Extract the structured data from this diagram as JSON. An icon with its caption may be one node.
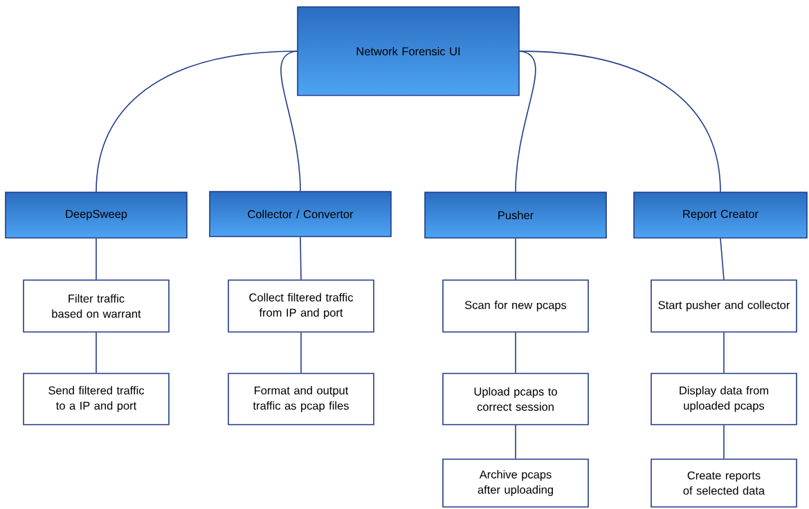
{
  "diagram": {
    "nodes": [
      {
        "text": [
          "Network Forensic UI"
        ]
      },
      {
        "text": [
          "DeepSweep"
        ]
      },
      {
        "text": [
          "Collector / Convertor"
        ]
      },
      {
        "text": [
          "Pusher"
        ]
      },
      {
        "text": [
          "Report Creator"
        ]
      },
      {
        "text": [
          "Filter traffic based on warrant"
        ]
      },
      {
        "text": [
          "Send filtered traffic to a IP and port"
        ]
      },
      {
        "text": [
          "Collect filtered traffic from IP and port"
        ]
      },
      {
        "text": [
          "Format and output traffic as pcap files"
        ]
      },
      {
        "text": [
          "Scan for new pcaps"
        ]
      },
      {
        "text": [
          "Upload pcaps to correct session"
        ]
      },
      {
        "text": [
          "Archive pcaps after uploading"
        ]
      },
      {
        "text": [
          "Start pusher and collector"
        ]
      },
      {
        "text": [
          "Display data from uploaded pcaps"
        ]
      },
      {
        "text": [
          "Create reports of selected data"
        ]
      }
    ],
    "edges": [
      {
        "from": 0,
        "to": 1,
        "arrow": "none"
      },
      {
        "from": 0,
        "to": 2,
        "arrow": "none"
      },
      {
        "from": 0,
        "to": 3,
        "arrow": "none"
      },
      {
        "from": 0,
        "to": 4,
        "arrow": "none"
      },
      {
        "from": 1,
        "to": 5,
        "arrow": "none"
      },
      {
        "from": 5,
        "to": 6,
        "arrow": "none"
      },
      {
        "from": 2,
        "to": 7,
        "arrow": "none"
      },
      {
        "from": 7,
        "to": 8,
        "arrow": "none"
      },
      {
        "from": 3,
        "to": 9,
        "arrow": "none"
      },
      {
        "from": 9,
        "to": 10,
        "arrow": "none"
      },
      {
        "from": 10,
        "to": 11,
        "arrow": "none"
      },
      {
        "from": 4,
        "to": 12,
        "arrow": "none"
      },
      {
        "from": 12,
        "to": 13,
        "arrow": "none"
      },
      {
        "from": 13,
        "to": 14,
        "arrow": "none"
      }
    ]
  }
}
